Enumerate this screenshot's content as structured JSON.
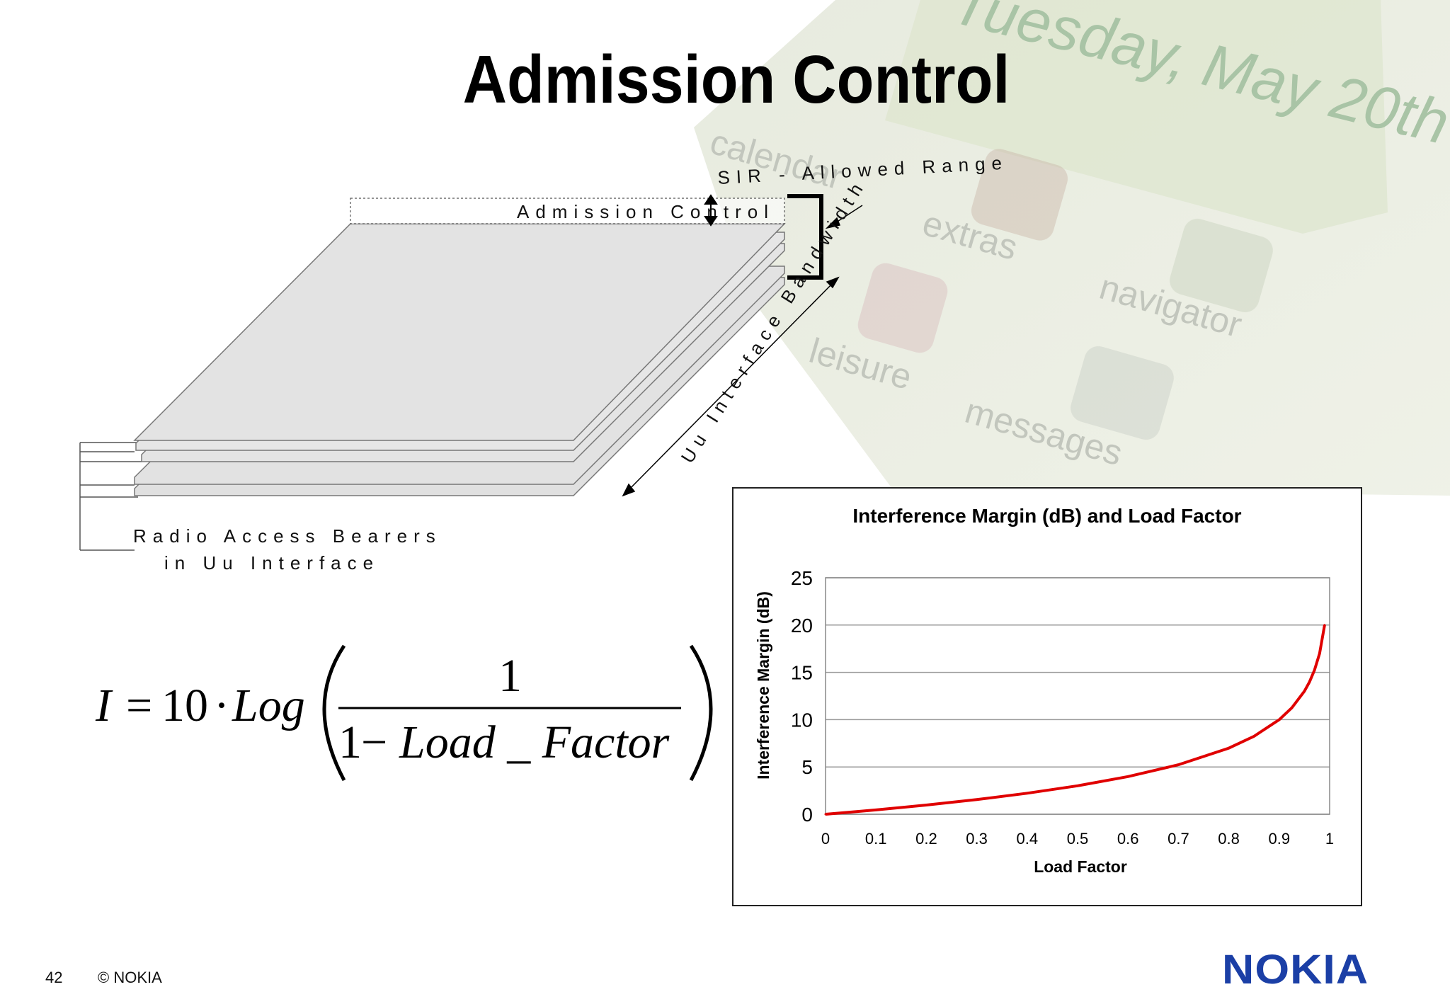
{
  "slide": {
    "title": "Admission Control",
    "page_number": "42",
    "copyright": "© NOKIA",
    "logo_text": "NOKIA"
  },
  "background_phone": {
    "texts": [
      "Tuesday, May 20th",
      "calendar",
      "extras",
      "navigator",
      "leisure",
      "messages"
    ]
  },
  "diagram": {
    "admission_control_label": "Admission Control",
    "sir_label": "SIR - Allowed Range",
    "bandwidth_label": "Uu Interface Bandwidth",
    "bearers_label_line1": "Radio Access Bearers",
    "bearers_label_line2": "in Uu Interface"
  },
  "formula": {
    "lhs": "I",
    "equals": "=",
    "coefficient": "10",
    "dot": "·",
    "func": "Log",
    "numerator": "1",
    "denominator_one": "1",
    "minus": "−",
    "denominator_var": "Load _ Factor"
  },
  "chart_data": {
    "type": "line",
    "title": "Interference Margin (dB) and Load Factor",
    "xlabel": "Load Factor",
    "ylabel": "Interference Margin (dB)",
    "xlim": [
      0,
      1
    ],
    "ylim": [
      0,
      25
    ],
    "xticks": [
      "0",
      "0.1",
      "0.2",
      "0.3",
      "0.4",
      "0.5",
      "0.6",
      "0.7",
      "0.8",
      "0.9",
      "1"
    ],
    "yticks": [
      "0",
      "5",
      "10",
      "15",
      "20",
      "25"
    ],
    "grid": "horizontal",
    "line_color": "#e00000",
    "x": [
      0,
      0.1,
      0.2,
      0.3,
      0.4,
      0.5,
      0.6,
      0.7,
      0.8,
      0.85,
      0.9,
      0.925,
      0.95,
      0.96,
      0.97,
      0.98,
      0.99
    ],
    "y": [
      0,
      0.46,
      0.97,
      1.55,
      2.22,
      3.01,
      3.98,
      5.23,
      6.99,
      8.24,
      10.0,
      11.25,
      13.01,
      13.98,
      15.23,
      16.99,
      20.0
    ]
  }
}
